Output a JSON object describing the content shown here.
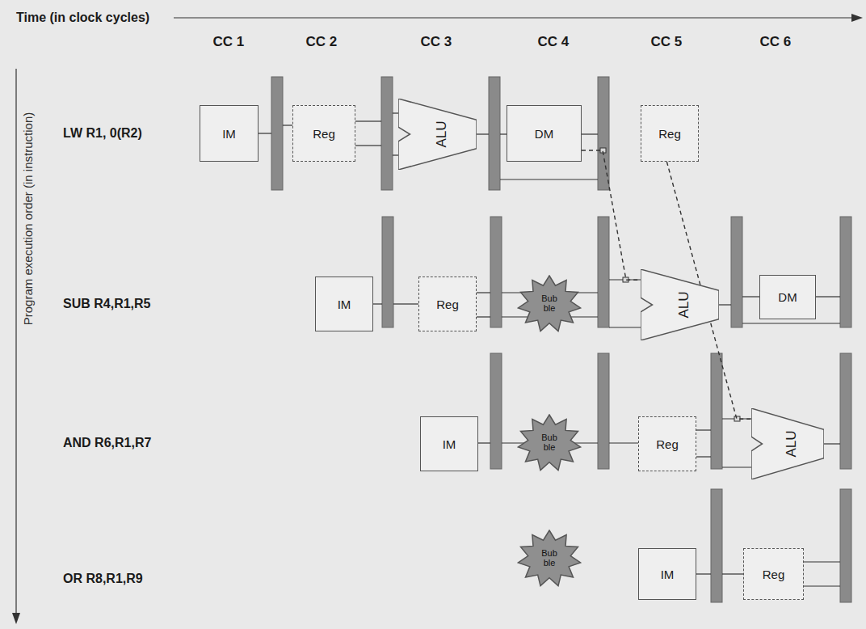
{
  "diagram": {
    "nodes": [
      {
        "text": [
          "IM"
        ]
      },
      {
        "text": [
          "Reg"
        ]
      },
      {
        "text": [
          "ALU"
        ]
      },
      {
        "text": [
          "DM"
        ]
      },
      {
        "text": [
          "Reg"
        ]
      },
      {
        "text": [
          "IM"
        ]
      },
      {
        "text": [
          "Reg"
        ]
      },
      {
        "text": [
          "Bub ble"
        ]
      },
      {
        "text": [
          "ALU"
        ]
      },
      {
        "text": [
          "DM"
        ]
      },
      {
        "text": [
          "IM"
        ]
      },
      {
        "text": [
          "Bub ble"
        ]
      },
      {
        "text": [
          "Reg"
        ]
      },
      {
        "text": [
          "ALU"
        ]
      },
      {
        "text": [
          "Bub ble"
        ]
      },
      {
        "text": [
          "IM"
        ]
      },
      {
        "text": [
          "Reg"
        ]
      }
    ],
    "edges": [
      {
        "from": 3,
        "to": 8,
        "arrow": "none"
      },
      {
        "from": 4,
        "to": 13,
        "arrow": "none"
      }
    ],
    "labels": [
      "Time (in clock cycles)",
      "CC 1",
      "CC 2",
      "CC 3",
      "CC 4",
      "CC 5",
      "CC 6",
      "Program execution order (in instruction)",
      "LW R1, 0(R2)",
      "SUB R4,R1,R5",
      "AND R6,R1,R7",
      "OR R8,R1,R9"
    ]
  }
}
